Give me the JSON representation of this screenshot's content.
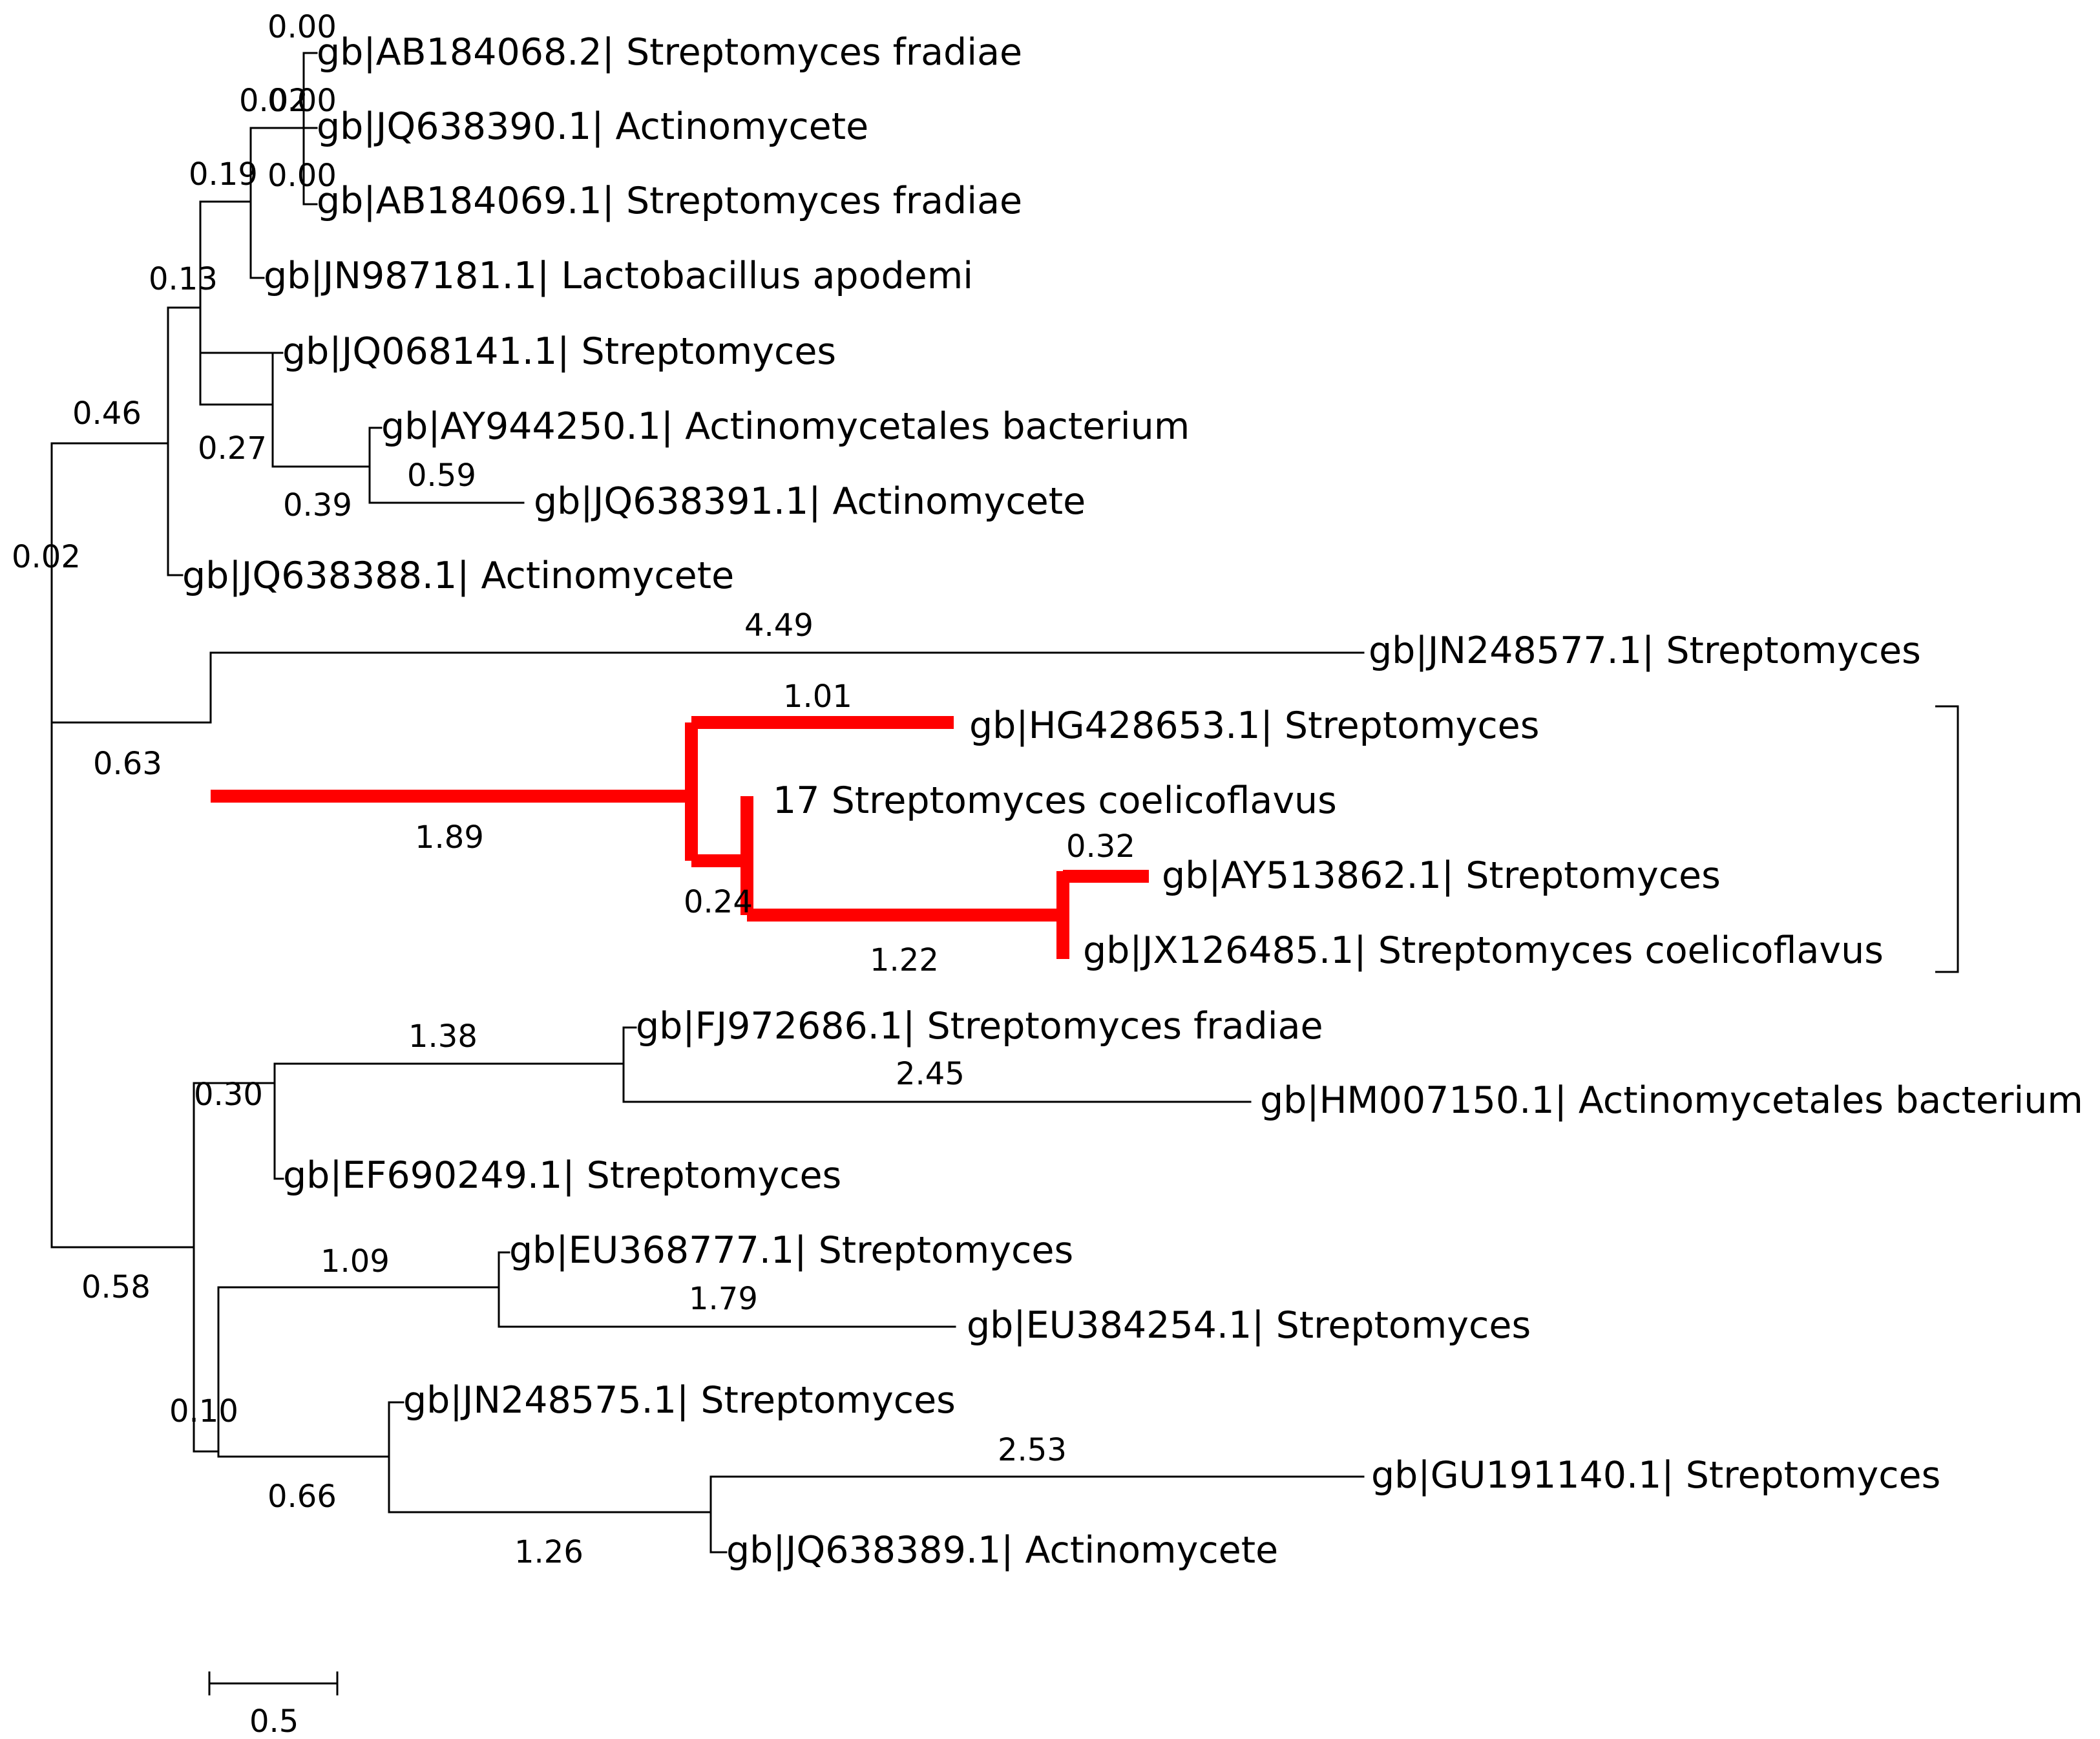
{
  "colors": {
    "branch": "#000000",
    "highlight": "#ff0000",
    "background": "#ffffff"
  },
  "leaves": [
    {
      "id": "L1",
      "label": "gb|AB184068.2| Streptomyces fradiae"
    },
    {
      "id": "L2",
      "label": "gb|JQ638390.1| Actinomycete"
    },
    {
      "id": "L3",
      "label": "gb|AB184069.1| Streptomyces fradiae"
    },
    {
      "id": "L4",
      "label": "gb|JN987181.1| Lactobacillus apodemi"
    },
    {
      "id": "L5",
      "label": "gb|JQ068141.1| Streptomyces"
    },
    {
      "id": "L6",
      "label": "gb|AY944250.1| Actinomycetales bacterium"
    },
    {
      "id": "L7",
      "label": "gb|JQ638391.1| Actinomycete"
    },
    {
      "id": "L8",
      "label": "gb|JQ638388.1| Actinomycete"
    },
    {
      "id": "L9",
      "label": "gb|JN248577.1| Streptomyces"
    },
    {
      "id": "L10",
      "label": "gb|HG428653.1| Streptomyces"
    },
    {
      "id": "L11",
      "label": "17 Streptomyces coelicoflavus"
    },
    {
      "id": "L12",
      "label": "gb|AY513862.1| Streptomyces"
    },
    {
      "id": "L13",
      "label": "gb|JX126485.1| Streptomyces coelicoflavus"
    },
    {
      "id": "L14",
      "label": "gb|FJ972686.1| Streptomyces fradiae"
    },
    {
      "id": "L15",
      "label": "gb|HM007150.1| Actinomycetales bacterium"
    },
    {
      "id": "L16",
      "label": "gb|EF690249.1| Streptomyces"
    },
    {
      "id": "L17",
      "label": "gb|EU368777.1| Streptomyces"
    },
    {
      "id": "L18",
      "label": "gb|EU384254.1| Streptomyces"
    },
    {
      "id": "L19",
      "label": "gb|JN248575.1| Streptomyces"
    },
    {
      "id": "L20",
      "label": "gb|GU191140.1| Streptomyces"
    },
    {
      "id": "L21",
      "label": "gb|JQ638389.1| Actinomycete"
    }
  ],
  "branch_lengths": {
    "root": "0.02",
    "A": "0.46",
    "B": "0.13",
    "C": "0.19",
    "D_top": "0.00",
    "D": "0.02",
    "L1": "0.00",
    "L3": "0.00",
    "E": "0.27",
    "F": "0.39",
    "L7": "0.59",
    "G": "0.63",
    "L9": "4.49",
    "H": "1.89",
    "L10": "1.01",
    "I": "0.24",
    "J": "1.22",
    "L12": "0.32",
    "K": "0.58",
    "L": "0.30",
    "M": "1.38",
    "L15": "2.45",
    "N": "0.10",
    "O": "1.09",
    "L18": "1.79",
    "P": "0.66",
    "Q": "1.26",
    "L20": "2.53"
  },
  "scale_bar": {
    "value": 0.5,
    "label": "0.5"
  }
}
